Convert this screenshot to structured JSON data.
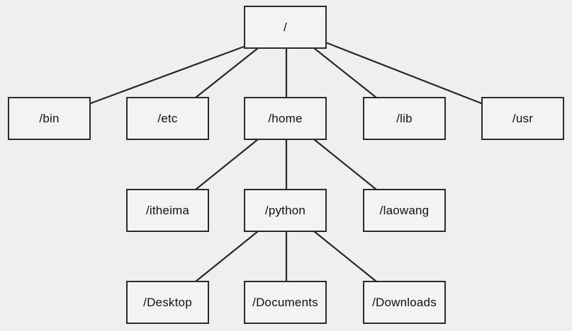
{
  "tree": {
    "root": "/",
    "level1": [
      "/bin",
      "/etc",
      "/home",
      "/lib",
      "/usr"
    ],
    "home_children": [
      "/itheima",
      "/python",
      "/laowang"
    ],
    "python_children": [
      "/Desktop",
      "/Documents",
      "/Downloads"
    ]
  },
  "colors": {
    "background": "#efefef",
    "line": "#262626",
    "box_border": "#2a2a2a"
  }
}
